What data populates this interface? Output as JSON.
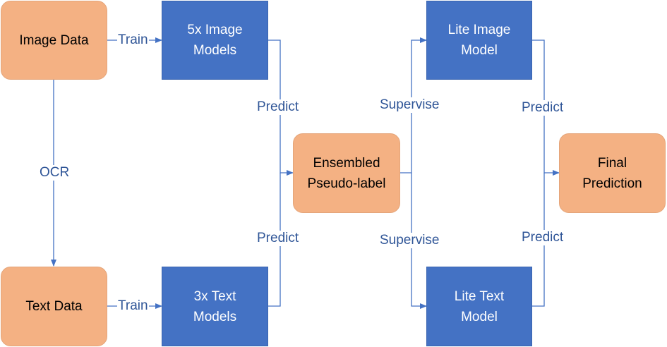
{
  "colors": {
    "data_fill": "#f4b183",
    "model_fill": "#4472c4",
    "connector": "#4472c4",
    "label_text": "#2f5597"
  },
  "nodes": {
    "image_data": "Image Data",
    "text_data": "Text Data",
    "image_models": "5x Image\nModels",
    "text_models": "3x Text\nModels",
    "ensembled": "Ensembled\nPseudo-label",
    "lite_image": "Lite Image\nModel",
    "lite_text": "Lite Text\nModel",
    "final": "Final\nPrediction"
  },
  "edge_labels": {
    "train_image": "Train",
    "train_text": "Train",
    "ocr": "OCR",
    "predict_image": "Predict",
    "predict_text": "Predict",
    "supervise_image": "Supervise",
    "supervise_text": "Supervise",
    "predict_lite_image": "Predict",
    "predict_lite_text": "Predict"
  }
}
